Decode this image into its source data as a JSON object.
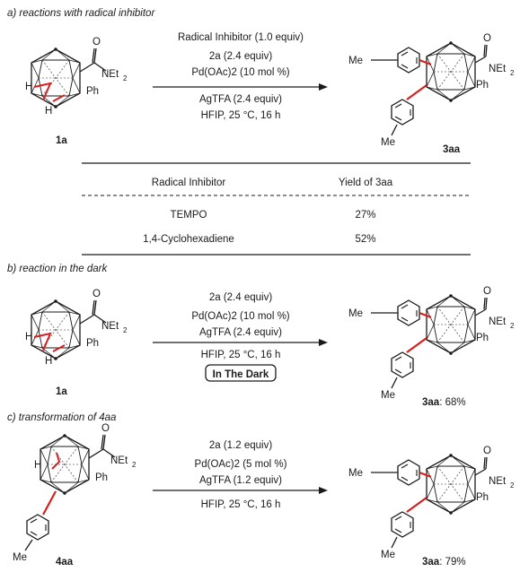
{
  "sections": [
    {
      "header": "a) reactions with radical inhibitor",
      "conditions": [
        "Radical Inhibitor (1.0 equiv)",
        "2a (2.4 equiv)",
        "Pd(OAc)2 (10 mol %)",
        "AgTFA (2.4 equiv)",
        "HFIP, 25 °C, 16 h"
      ],
      "reactant_label": "1a",
      "product_label": "3aa",
      "table": {
        "headers": [
          "Radical Inhibitor",
          "Yield of 3aa"
        ],
        "rows": [
          [
            "TEMPO",
            "27%"
          ],
          [
            "1,4-Cyclohexadiene",
            "52%"
          ]
        ]
      }
    },
    {
      "header": "b) reaction in the dark",
      "conditions": [
        "2a (2.4 equiv)",
        "Pd(OAc)2 (10 mol %)",
        "AgTFA (2.4 equiv)",
        "HFIP, 25 °C, 16 h"
      ],
      "badge": "In The Dark",
      "reactant_label": "1a",
      "product_label": "3aa",
      "product_yield": "68%"
    },
    {
      "header": "c) transformation of 4aa",
      "conditions": [
        "2a (1.2 equiv)",
        "Pd(OAc)2 (5 mol %)",
        "AgTFA (1.2 equiv)",
        "HFIP, 25 °C, 16 h"
      ],
      "reactant_label": "4aa",
      "product_label": "3aa",
      "product_yield": "79%"
    }
  ],
  "atoms": {
    "h": "H",
    "o": "O",
    "net2": "NEt",
    "sub2": "2",
    "ph": "Ph",
    "me": "Me"
  },
  "colors": {
    "bond_highlight": "#d62020",
    "ink": "#1a1a1a"
  }
}
